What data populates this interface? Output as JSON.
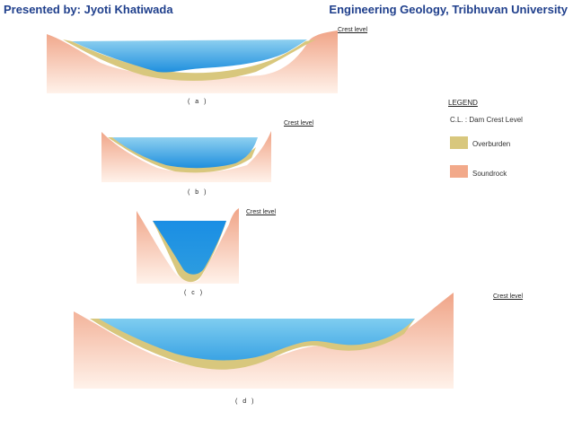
{
  "header": {
    "presenter": "Presented by: Jyoti Khatiwada",
    "institution": "Engineering Geology, Tribhuvan University"
  },
  "valleys": [
    {
      "caption": "( a )",
      "crest_label": "Crest level"
    },
    {
      "caption": "( b )",
      "crest_label": "Crest level"
    },
    {
      "caption": "( c )",
      "crest_label": "Crest level"
    },
    {
      "caption": "( d )",
      "crest_label": "Crest level"
    }
  ],
  "legend": {
    "title": "LEGEND",
    "abbreviation": "C.L. : Dam Crest Level",
    "items": [
      {
        "label": "Overburden",
        "color": "#d8c77d"
      },
      {
        "label": "Soundrock",
        "color": "#f2a98a"
      }
    ]
  },
  "colors": {
    "water_top": "#8ed0f0",
    "water_bottom": "#1f8fde",
    "rock_dark": "#f0a487",
    "rock_light": "#fff2ea"
  }
}
